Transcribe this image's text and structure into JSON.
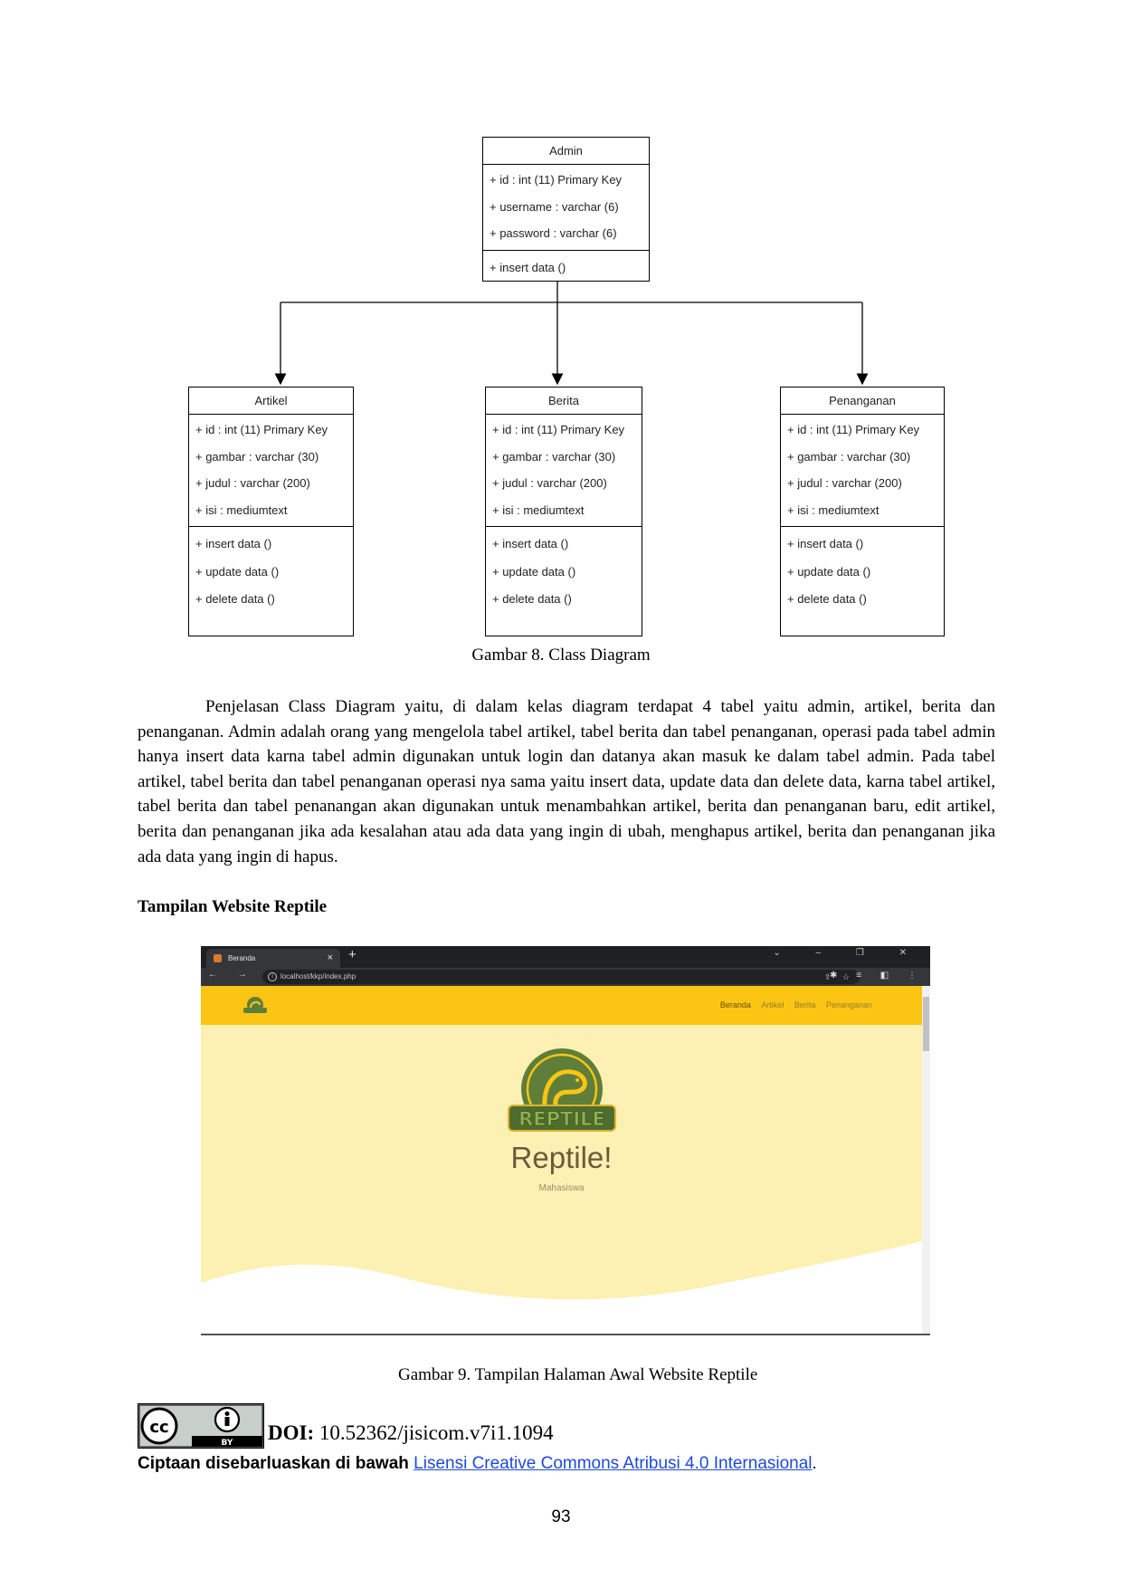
{
  "diagram": {
    "admin": {
      "name": "Admin",
      "attributes": [
        "+ id : int (11) Primary Key",
        "+ username : varchar (6)",
        "+ password : varchar (6)"
      ],
      "operations": [
        "+ insert data ()"
      ]
    },
    "artikel": {
      "name": "Artikel",
      "attributes": [
        "+ id : int (11) Primary Key",
        "+ gambar : varchar (30)",
        "+ judul : varchar (200)",
        "+ isi : mediumtext"
      ],
      "operations": [
        "+ insert data ()",
        "+ update data ()",
        "+ delete data ()"
      ]
    },
    "berita": {
      "name": "Berita",
      "attributes": [
        "+ id : int (11) Primary Key",
        "+ gambar : varchar (30)",
        "+ judul : varchar (200)",
        "+ isi : mediumtext"
      ],
      "operations": [
        "+ insert data ()",
        "+ update data ()",
        "+ delete data ()"
      ]
    },
    "penanganan": {
      "name": "Penanganan",
      "attributes": [
        "+ id : int (11) Primary Key",
        "+ gambar : varchar (30)",
        "+ judul : varchar (200)",
        "+ isi : mediumtext"
      ],
      "operations": [
        "+ insert data ()",
        "+ update data ()",
        "+ delete data ()"
      ]
    }
  },
  "caption_8": "Gambar 8. Class Diagram",
  "paragraph": "Penjelasan Class Diagram yaitu, di dalam kelas diagram terdapat 4 tabel yaitu admin, artikel, berita dan penanganan. Admin adalah orang yang mengelola tabel artikel, tabel berita dan tabel penanganan, operasi pada tabel admin hanya insert data karna tabel admin digunakan untuk login dan datanya akan masuk ke dalam tabel admin. Pada tabel artikel, tabel berita dan tabel penanganan operasi nya sama yaitu insert data, update data dan delete data, karna tabel artikel, tabel berita dan tabel penanangan akan digunakan untuk menambahkan artikel, berita dan penanganan baru, edit artikel, berita dan penanganan jika ada kesalahan atau ada data yang ingin di ubah, menghapus artikel, berita dan penanganan jika ada data yang ingin di hapus.",
  "section_title": "Tampilan Website Reptile",
  "screenshot": {
    "tab_title": "Beranda",
    "tab_close": "×",
    "new_tab": "+",
    "window_controls": "⌄ – ❐ ✕",
    "nav_buttons": "← → C",
    "url": "localhost/kkp/index.php",
    "omnibox_icons": "⇪ ☆",
    "toolbar_icons": "✱ ≡ ◧ ⋮",
    "nav_links": [
      "Beranda",
      "Artikel",
      "Berita",
      "Penanganan"
    ],
    "logo_word": "REPTILE",
    "hero_title": "Reptile!",
    "hero_subtitle": "Mahasiswa",
    "colors": {
      "navbar": "#fcc514",
      "hero_bg": "#fdf0b3",
      "logo_green": "#5e7e3a"
    }
  },
  "caption_9": "Gambar 9. Tampilan Halaman Awal Website Reptile",
  "footer": {
    "cc_text": "cc",
    "by_text": "BY",
    "doi_label": "DOI:",
    "doi_value": " 10.52362/jisicom.v7i1.1094",
    "license_prefix": "Ciptaan disebarluaskan di bawah ",
    "license_link": "Lisensi Creative Commons Atribusi 4.0 Internasional",
    "license_suffix": ".",
    "page_number": "93"
  }
}
